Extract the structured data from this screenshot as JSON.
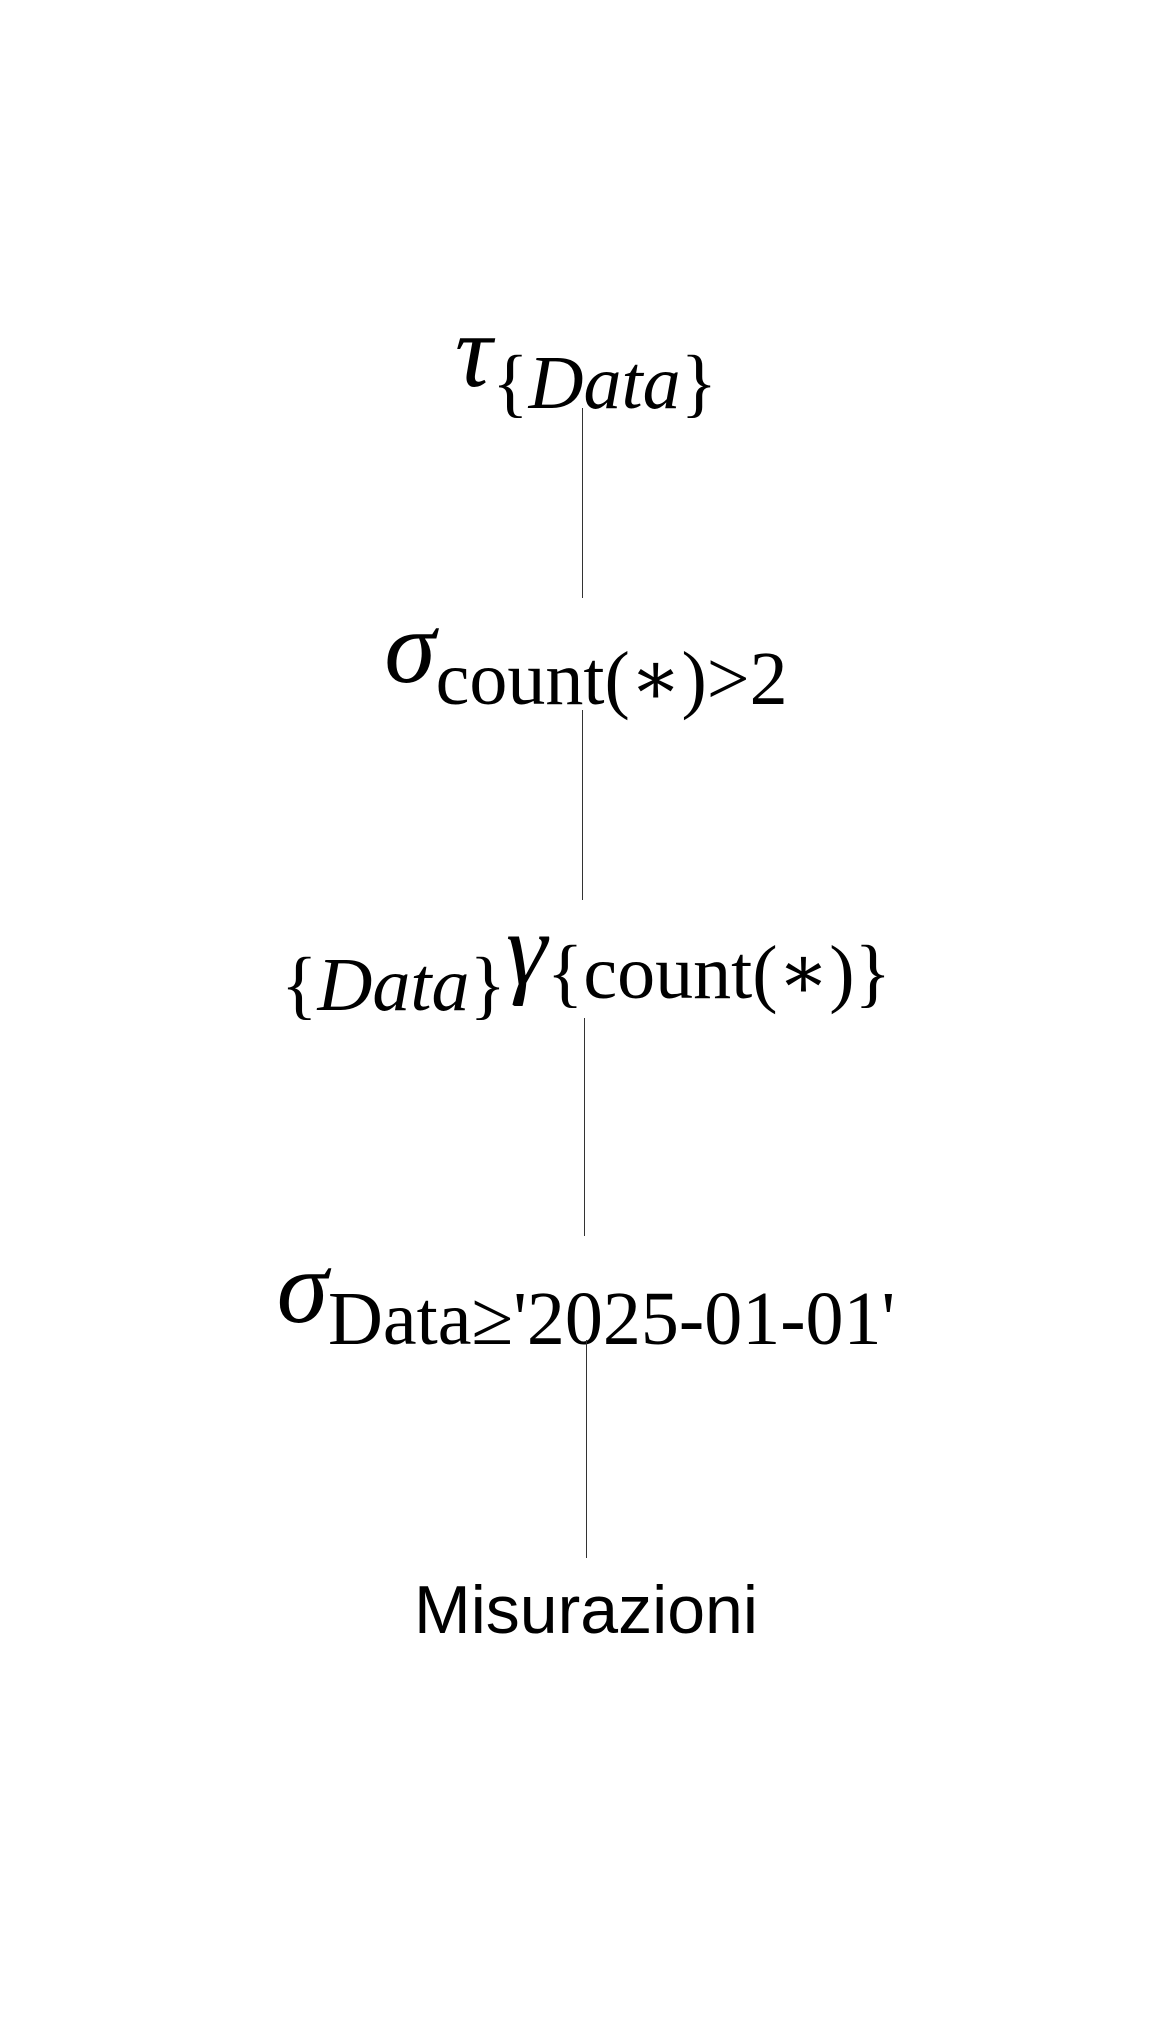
{
  "tree": {
    "sort": {
      "operator": "τ",
      "open_brace": "{",
      "attribute": "Data",
      "close_brace": "}"
    },
    "having_select": {
      "operator": "σ",
      "condition": "count(∗)>2"
    },
    "group_by": {
      "open_brace_group": "{",
      "group_attribute": "Data",
      "close_brace_group": "}",
      "operator": "γ",
      "open_brace_agg": "{",
      "aggregate": "count(∗)",
      "close_brace_agg": "}"
    },
    "where_select": {
      "operator": "σ",
      "condition": "Data≥'2025-01-01'"
    },
    "relation": {
      "name": "Misurazioni"
    }
  },
  "edges": [
    {
      "from": "sort",
      "to": "having_select"
    },
    {
      "from": "having_select",
      "to": "group_by"
    },
    {
      "from": "group_by",
      "to": "where_select"
    },
    {
      "from": "where_select",
      "to": "relation"
    }
  ]
}
